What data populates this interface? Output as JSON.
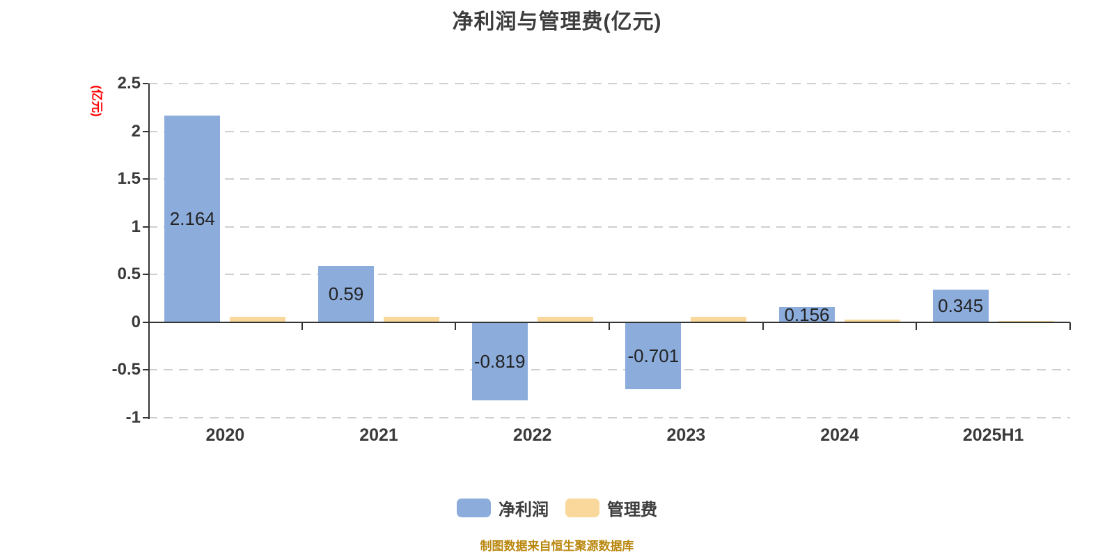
{
  "title": "净利润与管理费(亿元)",
  "y_axis_name": "(亿元)",
  "footer": "制图数据来自恒生聚源数据库",
  "legend": {
    "items": [
      {
        "label": "净利润",
        "color": "#8caddc"
      },
      {
        "label": "管理费",
        "color": "#fad89c"
      }
    ]
  },
  "colors": {
    "title_text": "#3d3d3d",
    "axis_line": "#333333",
    "gridline": "#cfcfcf",
    "tick_text": "#3a3a3a",
    "bar_value_text": "#222222",
    "y_axis_name_text": "#ff0000",
    "footer_text": "#b8860b",
    "net_profit_bar": "#8caddc",
    "mgmt_fee_bar": "#fad89c"
  },
  "chart_data": {
    "type": "bar",
    "title": "净利润与管理费(亿元)",
    "categories": [
      "2020",
      "2021",
      "2022",
      "2023",
      "2024",
      "2025H1"
    ],
    "series": [
      {
        "name": "净利润",
        "key": "net-profit",
        "color": "#8caddc",
        "values": [
          2.164,
          0.59,
          -0.819,
          -0.701,
          0.156,
          0.345
        ],
        "show_labels": true
      },
      {
        "name": "管理费",
        "key": "mgmt-fee",
        "color": "#fad89c",
        "values": [
          0.06,
          0.06,
          0.055,
          0.055,
          0.03,
          0.015
        ],
        "show_labels": false
      }
    ],
    "value_labels": [
      "2.164",
      "0.59",
      "-0.819",
      "-0.701",
      "0.156",
      "0.345"
    ],
    "xlabel": "",
    "ylabel": "(亿元)",
    "ylim": [
      -1,
      2.5
    ],
    "yticks": [
      2.5,
      2,
      1.5,
      1,
      0.5,
      0,
      -0.5,
      -1
    ],
    "ytick_labels": [
      "2.5",
      "2",
      "1.5",
      "1",
      "0.5",
      "0",
      "-0.5",
      "-1"
    ],
    "grid": "dashed horizontal",
    "legend_position": "bottom"
  }
}
